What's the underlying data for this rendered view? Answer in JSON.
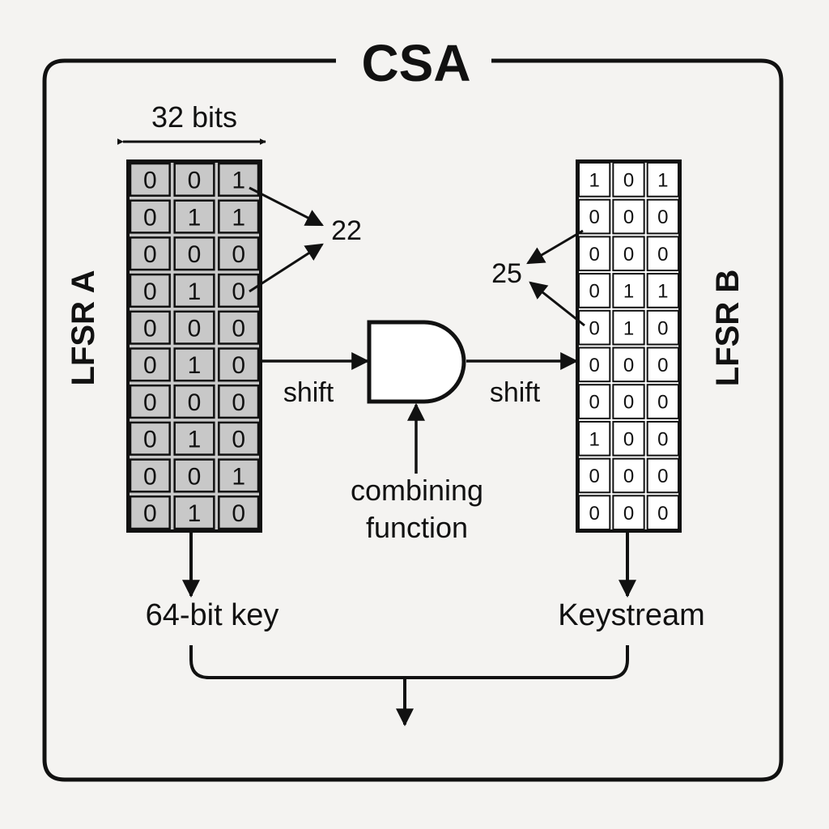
{
  "title": "CSA",
  "width_label": "32 bits",
  "lfsr_a": {
    "label": "LFSR A",
    "rows": [
      [
        "0",
        "0",
        "1"
      ],
      [
        "0",
        "1",
        "1"
      ],
      [
        "0",
        "0",
        "0"
      ],
      [
        "0",
        "1",
        "0"
      ],
      [
        "0",
        "0",
        "0"
      ],
      [
        "0",
        "1",
        "0"
      ],
      [
        "0",
        "0",
        "0"
      ],
      [
        "0",
        "1",
        "0"
      ],
      [
        "0",
        "0",
        "1"
      ],
      [
        "0",
        "1",
        "0"
      ]
    ],
    "tap_label": "22",
    "output_label": "64-bit key"
  },
  "lfsr_b": {
    "label": "LFSR B",
    "rows": [
      [
        "1",
        "0",
        "1"
      ],
      [
        "0",
        "0",
        "0"
      ],
      [
        "0",
        "0",
        "0"
      ],
      [
        "0",
        "1",
        "1"
      ],
      [
        "0",
        "1",
        "0"
      ],
      [
        "0",
        "0",
        "0"
      ],
      [
        "0",
        "0",
        "0"
      ],
      [
        "1",
        "0",
        "0"
      ],
      [
        "0",
        "0",
        "0"
      ],
      [
        "0",
        "0",
        "0"
      ]
    ],
    "tap_label": "25",
    "output_label": "Keystream"
  },
  "shift_left_label": "shift",
  "shift_right_label": "shift",
  "combiner": {
    "line1": "combining",
    "line2": "function"
  },
  "colors": {
    "background": "#f4f3f1",
    "lfsr_a_fill": "#c8c8c8",
    "lfsr_b_fill": "#ffffff",
    "stroke": "#111111"
  }
}
